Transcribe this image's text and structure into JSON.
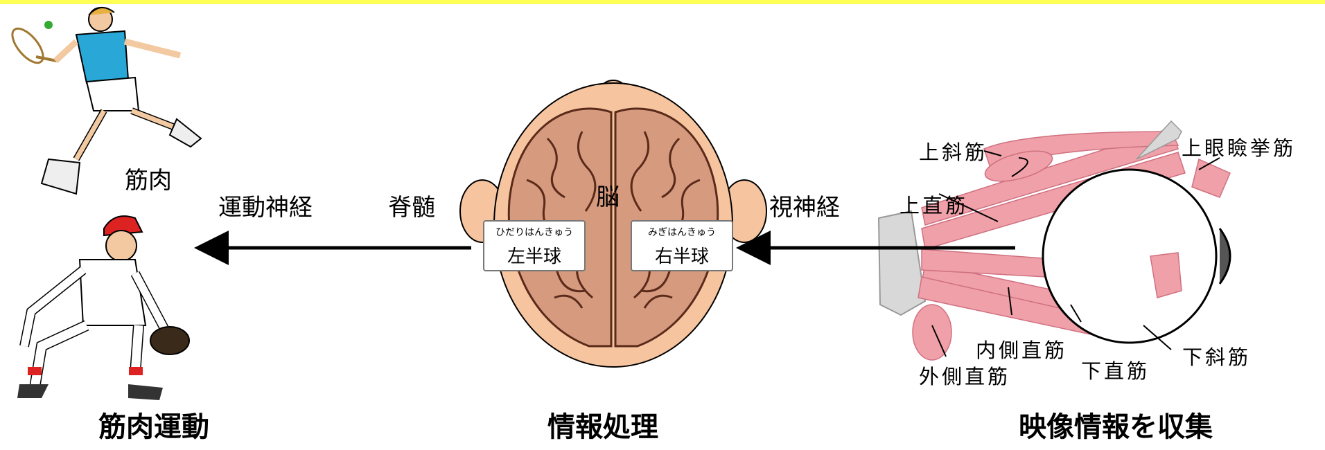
{
  "colors": {
    "banner": "#ffff55",
    "brain": "#d69a7f",
    "head": "#f6c5a0",
    "muscle": "#efa0a8",
    "arrow": "#000000"
  },
  "labels": {
    "muscle_motion": "筋肉運動",
    "info_processing": "情報処理",
    "image_collection": "映像情報を収集",
    "muscle": "筋肉",
    "motor_nerve": "運動神経",
    "spinal_cord": "脊髄",
    "brain": "脳",
    "optic_nerve": "視神経"
  },
  "hemispheres": {
    "left": {
      "reading": "ひだりはんきゅう",
      "name": "左半球"
    },
    "right": {
      "reading": "みぎはんきゅう",
      "name": "右半球"
    }
  },
  "eye_muscles": {
    "superior_oblique": "上斜筋",
    "levator": "上眼瞼挙筋",
    "superior_rectus": "上直筋",
    "medial_rectus": "内側直筋",
    "lateral_rectus": "外側直筋",
    "inferior_rectus": "下直筋",
    "inferior_oblique": "下斜筋"
  },
  "icons": [
    "tennis-player-icon",
    "baseball-player-icon",
    "brain-icon",
    "eye-muscle-anatomy-icon"
  ]
}
